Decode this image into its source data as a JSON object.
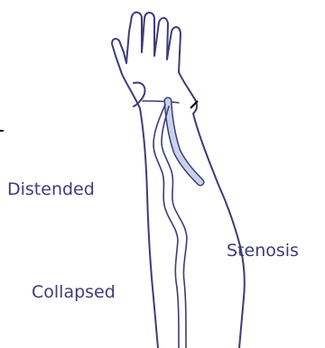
{
  "labels": {
    "distended": "Distended",
    "stenosis": "Stenosis",
    "collapsed": "Collapsed"
  },
  "colors": {
    "outline": "#3f3c7a",
    "label": "#3f3c7a",
    "graft": "#c8d3ea"
  },
  "icons": {
    "arm": "arm-illustration"
  }
}
